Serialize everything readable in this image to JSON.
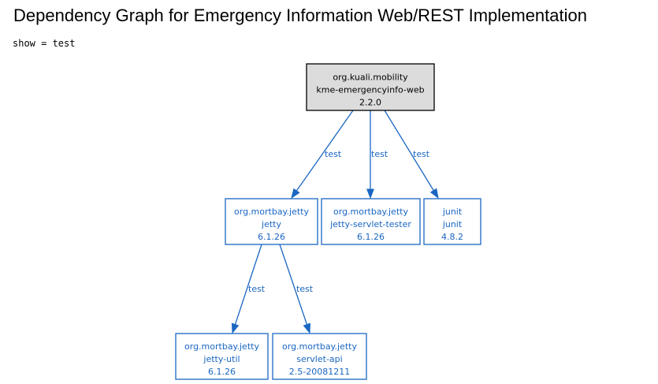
{
  "page": {
    "title": "Dependency Graph for Emergency Information Web/REST Implementation",
    "filter": "show = test"
  },
  "colors": {
    "root_fill": "#dcdcdc",
    "root_stroke": "#000000",
    "root_text": "#000000",
    "node_fill": "#ffffff",
    "node_stroke": "#1a66c2",
    "node_text": "#1a66c2",
    "edge": "#1a66c2",
    "edge_label": "#1a66c2"
  },
  "graph": {
    "nodes": [
      {
        "id": "root",
        "lines": [
          "org.kuali.mobility",
          "kme-emergencyinfo-web",
          "2.2.0"
        ],
        "root": true
      },
      {
        "id": "jetty",
        "lines": [
          "org.mortbay.jetty",
          "jetty",
          "6.1.26"
        ]
      },
      {
        "id": "jetty-servlet-tester",
        "lines": [
          "org.mortbay.jetty",
          "jetty-servlet-tester",
          "6.1.26"
        ]
      },
      {
        "id": "junit",
        "lines": [
          "junit",
          "junit",
          "4.8.2"
        ]
      },
      {
        "id": "jetty-util",
        "lines": [
          "org.mortbay.jetty",
          "jetty-util",
          "6.1.26"
        ]
      },
      {
        "id": "servlet-api",
        "lines": [
          "org.mortbay.jetty",
          "servlet-api",
          "2.5-20081211"
        ]
      }
    ],
    "edges": [
      {
        "from": "root",
        "to": "jetty",
        "label": "test"
      },
      {
        "from": "root",
        "to": "jetty-servlet-tester",
        "label": "test"
      },
      {
        "from": "root",
        "to": "junit",
        "label": "test"
      },
      {
        "from": "jetty",
        "to": "jetty-util",
        "label": "test"
      },
      {
        "from": "jetty",
        "to": "servlet-api",
        "label": "test"
      }
    ]
  }
}
